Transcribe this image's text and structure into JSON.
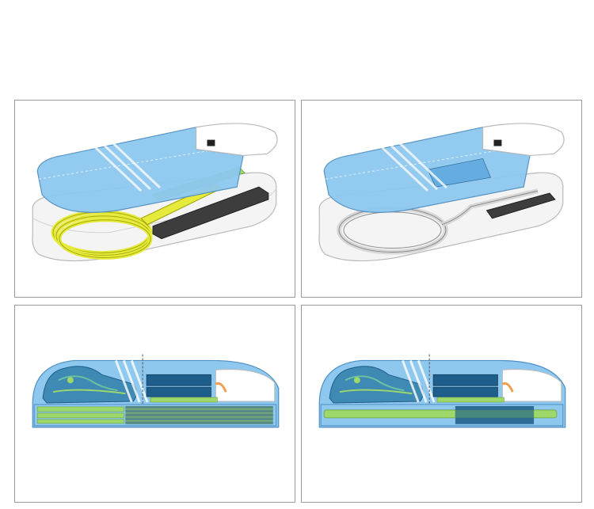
{
  "colors": {
    "bag_blue": "#8ec8ef",
    "bag_blue_dark": "#5aa6dd",
    "bag_outline": "#4f8fc2",
    "base_shell": "#f4f4f4",
    "base_outline": "#b9b9b9",
    "strap_yellow": "#e6ea3a",
    "strap_outline": "#a8aa10",
    "green_strip": "#9fd86a",
    "dark_pad": "#3d3d3d",
    "navy_panel": "#1f5d8a",
    "frame_border": "#9a9a9a"
  },
  "panels": [
    {
      "name": "open-bag-with-coiled-strap",
      "icon": "bag-open-strap-icon"
    },
    {
      "name": "open-bag-with-frame",
      "icon": "bag-open-frame-icon"
    },
    {
      "name": "packed-bag-with-strips",
      "icon": "bag-packed-strips-icon"
    },
    {
      "name": "packed-bag-with-rod",
      "icon": "bag-packed-rod-icon"
    }
  ]
}
